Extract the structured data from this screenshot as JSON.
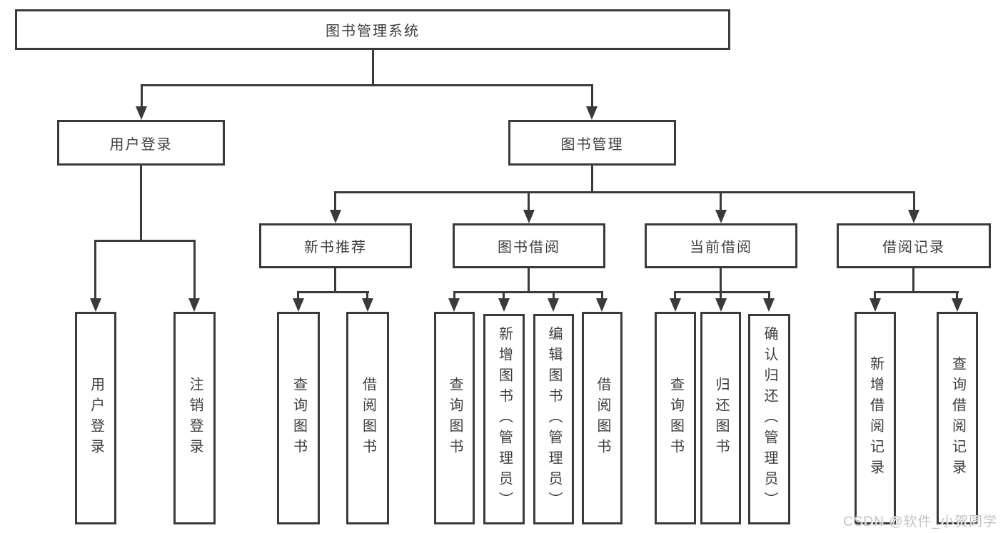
{
  "diagram_title": "图书管理系统",
  "watermark": "CSDN @软件_小贺同学",
  "colors": {
    "line": "#3a3a3a",
    "text": "#3d3d3d",
    "box_background": "#ffffff",
    "watermark": "#c3c3c3"
  },
  "nodes": {
    "root": "图书管理系统",
    "login_group": "用户登录",
    "book_mgmt": "图书管理",
    "new_book_rec": "新书推荐",
    "book_borrow": "图书借阅",
    "current_borrow": "当前借阅",
    "borrow_record": "借阅记录",
    "user_login": "用户登录",
    "logout": "注销登录",
    "rec_query_book": "查询图书",
    "rec_borrow_book": "借阅图书",
    "bb_query_book": "查询图书",
    "bb_add_book": "新增图书（管理员）",
    "bb_edit_book": "编辑图书（管理员）",
    "bb_borrow_book": "借阅图书",
    "cb_query_book": "查询图书",
    "cb_return_book": "归还图书",
    "cb_confirm_return": "确认归还（管理员）",
    "br_add_record": "新增借阅记录",
    "br_query_record": "查询借阅记录"
  }
}
